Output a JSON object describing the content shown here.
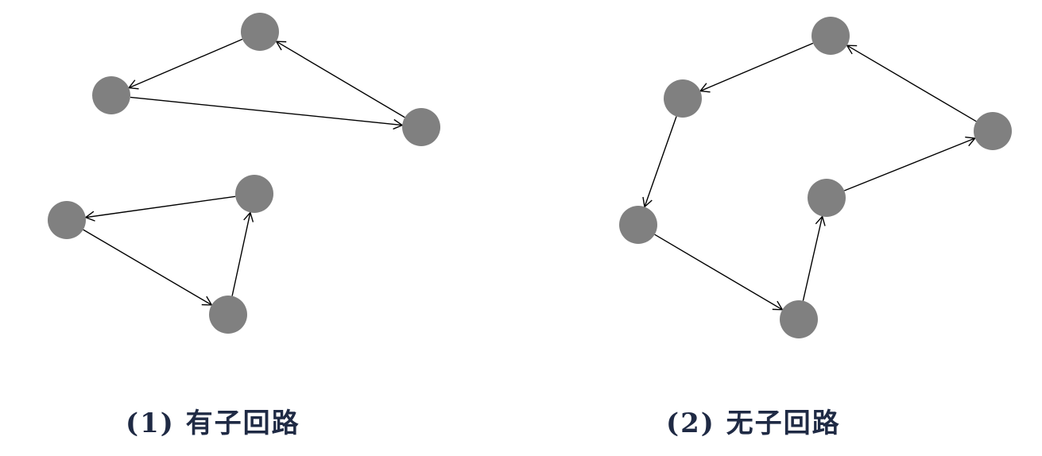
{
  "panels": [
    {
      "caption": "(1) 有子回路",
      "nodes": [
        "a",
        "b",
        "c",
        "d",
        "e",
        "f"
      ],
      "edges": [
        {
          "from": "a",
          "to": "b"
        },
        {
          "from": "b",
          "to": "c"
        },
        {
          "from": "c",
          "to": "a"
        },
        {
          "from": "d",
          "to": "e"
        },
        {
          "from": "e",
          "to": "f"
        },
        {
          "from": "f",
          "to": "d"
        }
      ]
    },
    {
      "caption": "(2) 无子回路",
      "nodes": [
        "g",
        "h",
        "i",
        "j",
        "k",
        "l"
      ],
      "edges": [
        {
          "from": "g",
          "to": "h"
        },
        {
          "from": "h",
          "to": "i"
        },
        {
          "from": "i",
          "to": "j"
        },
        {
          "from": "j",
          "to": "k"
        },
        {
          "from": "k",
          "to": "l"
        },
        {
          "from": "l",
          "to": "g"
        }
      ]
    }
  ],
  "colors": {
    "node": "#808080",
    "edge": "#000000",
    "caption": "#1f2a44"
  }
}
